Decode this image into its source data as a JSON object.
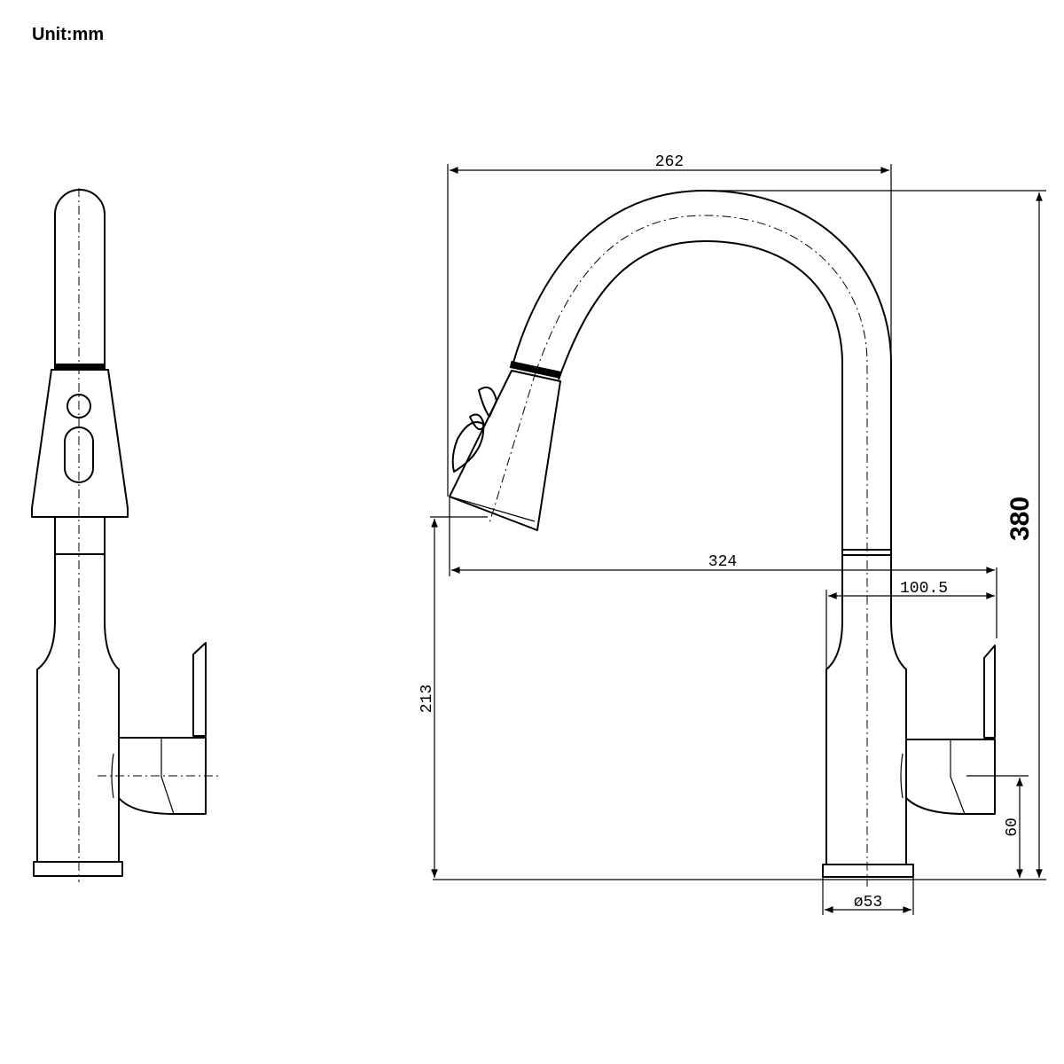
{
  "header": {
    "unit_label": "Unit:mm"
  },
  "dimensions": {
    "top_width": "262",
    "height_total": "380",
    "spout_reach": "324",
    "base_to_handle": "100.5",
    "spout_height": "213",
    "handle_height": "60",
    "base_diameter": "ø53"
  },
  "colors": {
    "line": "#000000",
    "background": "#ffffff"
  }
}
